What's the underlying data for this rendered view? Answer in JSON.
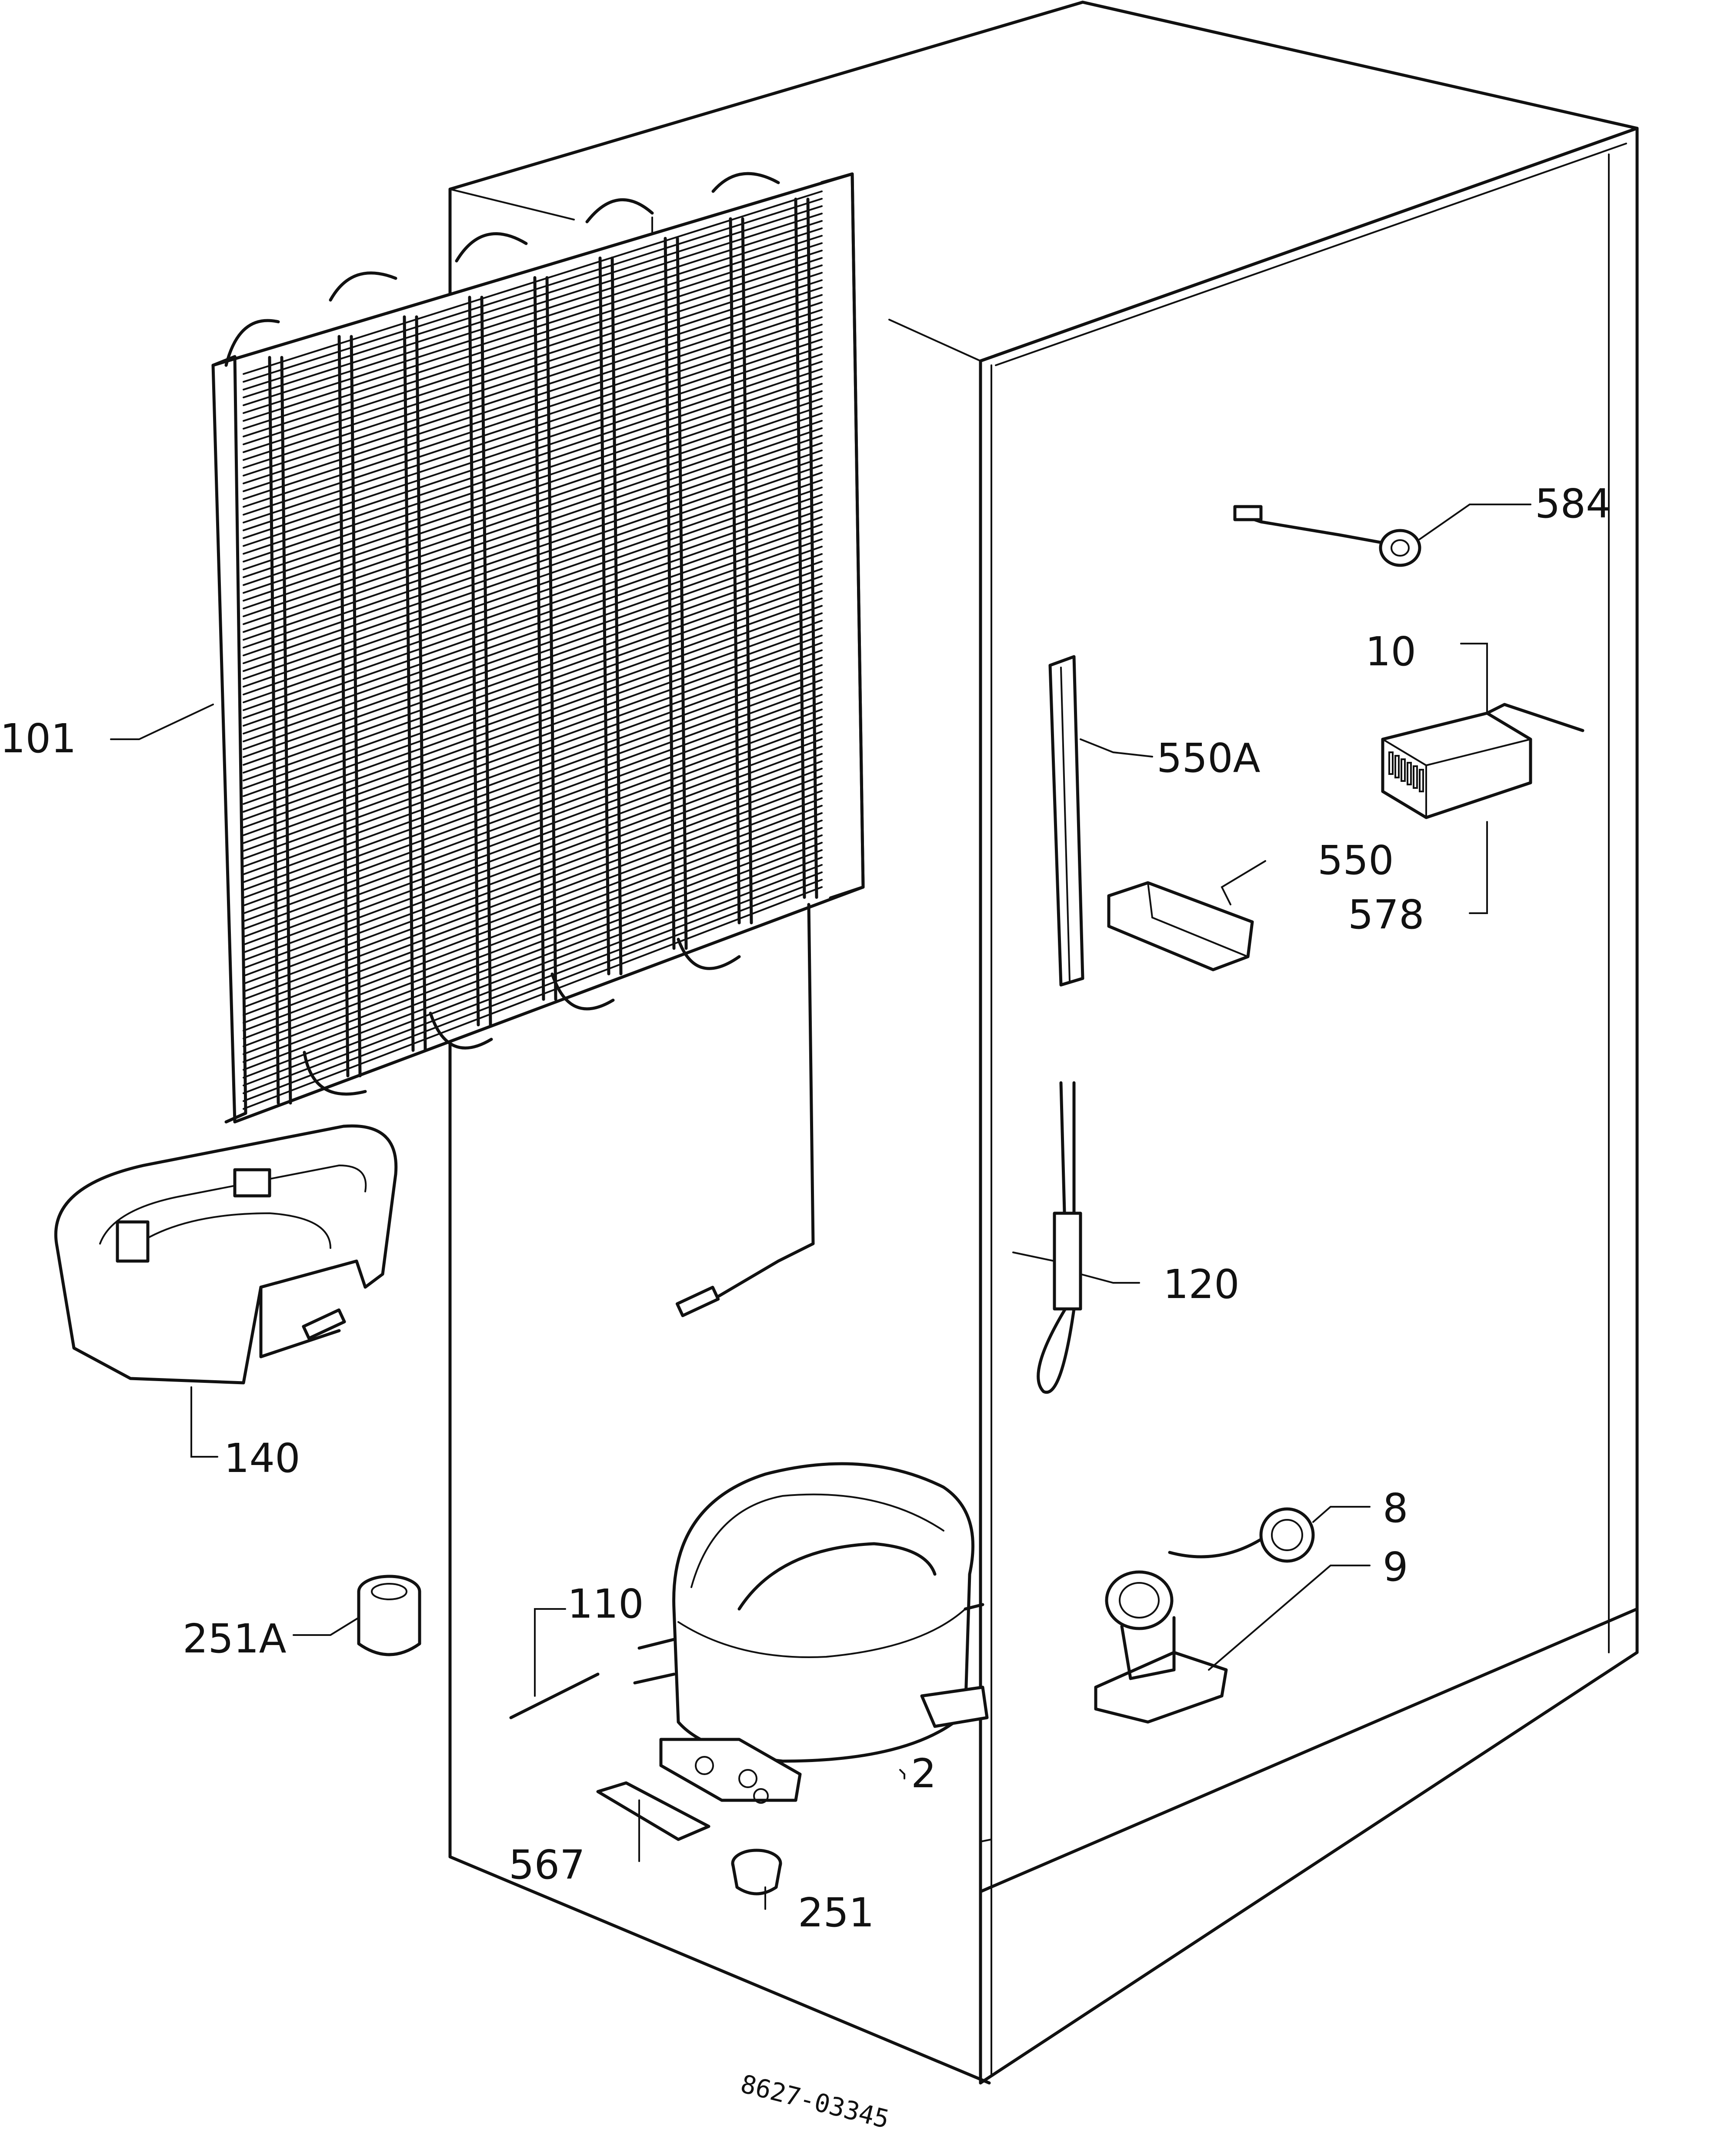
{
  "labels": {
    "l101": "101",
    "l140": "140",
    "l251a": "251A",
    "l110": "110",
    "l567": "567",
    "l251": "251",
    "l2": "2",
    "l584": "584",
    "l10": "10",
    "l550a": "550A",
    "l550": "550",
    "l578": "578",
    "l120": "120",
    "l8": "8",
    "l9": "9"
  },
  "drawing_code": "8627-03345"
}
